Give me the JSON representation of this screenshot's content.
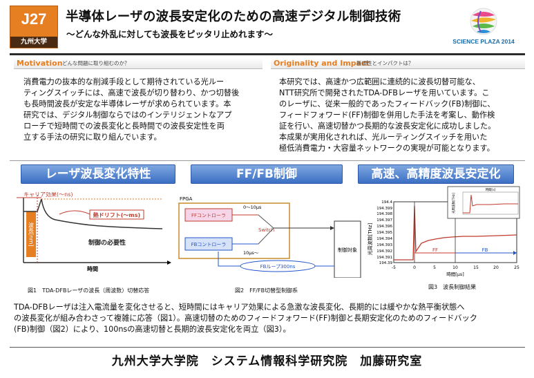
{
  "header": {
    "badge_number": "J27",
    "badge_university": "九州大学",
    "title": "半導体レーザの波長安定化のための高速デジタル制御技術",
    "subtitle": "〜どんな外乱に対しても波長をピッタリ止めれます〜",
    "logo_text": "SCIENCE PLAZA 2014"
  },
  "motivation": {
    "heading": "Motivation",
    "subheading": "どんな問題に取り組むのか？",
    "lines": [
      "消費電力の抜本的な削減手段として期待されている光ルー",
      "ティングスイッチには、高速で波長が切り替わり、かつ切替後",
      "も長時間波長が安定な半導体レーザが求められています。本",
      "研究では、デジタル制御ならではのインテリジェントなアプ",
      "ローチで短時間での波長変化と長時間での波長安定性を両",
      "立する手法の研究に取り組んでいます。"
    ]
  },
  "originality": {
    "heading": "Originality and Impact",
    "subheading": "新規性とインパクトは？",
    "lines": [
      "本研究では、高速かつ広範囲に連続的に波長切替可能な、",
      "NTT研究所で開発されたTDA-DFBレーザを用いています。こ",
      "のレーザに、従来一般的であったフィードバック(FB)制御に、",
      "フィードフォワード(FF)制御を併用した手法を考案し、動作検",
      "証を行い、高速切替かつ長期的な波長安定化に成功しました。",
      "本成果が実用化されれば、光ルーティングスイッチを用いた",
      "極低消費電力・大容量ネットワークの実現が可能となります。"
    ]
  },
  "panels": {
    "left_title": "レーザ波長変化特性",
    "middle_title": "FF/FB制御",
    "right_title": "高速、高精度波長安定化"
  },
  "fig1": {
    "carrier_label": "キャリア効果(〜ns)",
    "thermal_label": "熱ドリフト(〜ms)",
    "control_label": "制御の必要性",
    "y_label": "波長[nm]",
    "x_label": "時間",
    "caption": "図1　TDA-DFBレーザの波長（周波数）切替応答"
  },
  "fig2": {
    "fpga_label": "FPGA",
    "ff_controller": "FFコントローラ",
    "fb_controller": "FBコントローラ",
    "switch_label": "Switch",
    "ff_time": "0〜10μs",
    "fb_time": "10μs〜",
    "loop_label": "FBループ300ns",
    "target_label": "制御対象",
    "caption": "図2　FF/FB切替型制御系"
  },
  "fig3": {
    "y_label": "光周波数[THz]",
    "x_label": "時間[μs]",
    "y_ticks": [
      "194.4",
      "194.399",
      "194.398",
      "194.397",
      "194.396",
      "194.395",
      "194.394",
      "194.393",
      "194.392",
      "194.391",
      "194.39"
    ],
    "x_ticks": [
      "-5",
      "0",
      "5",
      "10",
      "15",
      "20",
      "25"
    ],
    "ff_label": "FF",
    "fb_label": "FB",
    "inset_y_label": "光周波数[THz]",
    "inset_x_label": "時間[s]",
    "caption": "図3　波長制御結果",
    "colors": {
      "trace": "#c0392b",
      "ff": "#c0392b",
      "fb": "#2255cc"
    }
  },
  "summary": {
    "lines": [
      "TDA-DFBレーザは注入電流量を変化させると、短時間にはキャリア効果による急激な波長変化、長期的には緩やかな熱平衡状態へ",
      "の波長変化が組み合わさって複雑に応答（図1）。高速切替のためのフィードフォワード(FF)制御と長期安定化のためのフィードバック",
      "(FB)制御（図2）により、100nsの高速切替と長期的波長安定化を両立（図3）。"
    ]
  },
  "footer": {
    "lab": "九州大学大学院　システム情報科学研究院　加藤研究室"
  }
}
